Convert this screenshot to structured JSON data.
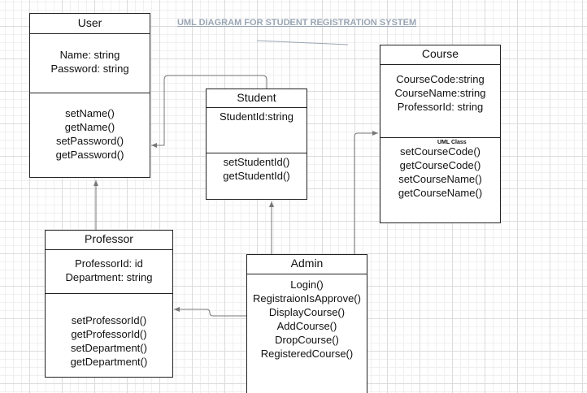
{
  "diagram": {
    "title": "UML DIAGRAM FOR STUDENT REGISTRATION SYSTEM",
    "classes": {
      "user": {
        "name": "User",
        "attributes": [
          "Name: string",
          "Password: string"
        ],
        "methods": [
          "setName()",
          "getName()",
          "setPassword()",
          "getPassword()"
        ]
      },
      "student": {
        "name": "Student",
        "attributes": [
          "StudentId:string"
        ],
        "methods": [
          "setStudentId()",
          "getStudentId()"
        ]
      },
      "course": {
        "name": "Course",
        "attributes": [
          "CourseCode:string",
          "CourseName:string",
          "ProfessorId: string"
        ],
        "tag": "UML Class",
        "methods": [
          "setCourseCode()",
          "getCourseCode()",
          "setCourseName()",
          "getCourseName()"
        ]
      },
      "professor": {
        "name": "Professor",
        "attributes": [
          "ProfessorId: id",
          "Department: string"
        ],
        "methods": [
          "setProfessorId()",
          "getProfessorId()",
          "setDepartment()",
          "getDepartment()"
        ]
      },
      "admin": {
        "name": "Admin",
        "methods": [
          "Login()",
          "RegistraionIsApprove()",
          "DisplayCourse()",
          "AddCourse()",
          "DropCourse()",
          "RegisteredCourse()"
        ]
      }
    }
  }
}
